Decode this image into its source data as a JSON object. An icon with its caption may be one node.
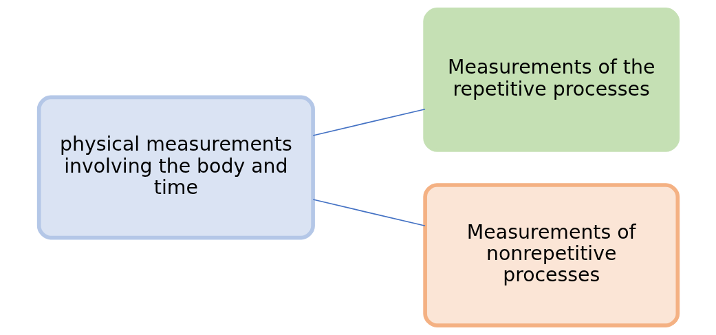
{
  "diagram": {
    "nodes": [
      {
        "text": [
          "physical measurements involving the body and time"
        ]
      },
      {
        "text": [
          "Measurements of the repetitive processes"
        ]
      },
      {
        "text": [
          "Measurements of nonrepetitive processes"
        ]
      }
    ],
    "edges": [
      {
        "from": 0,
        "to": 1,
        "arrow": "none"
      },
      {
        "from": 0,
        "to": 2,
        "arrow": "none"
      }
    ]
  }
}
